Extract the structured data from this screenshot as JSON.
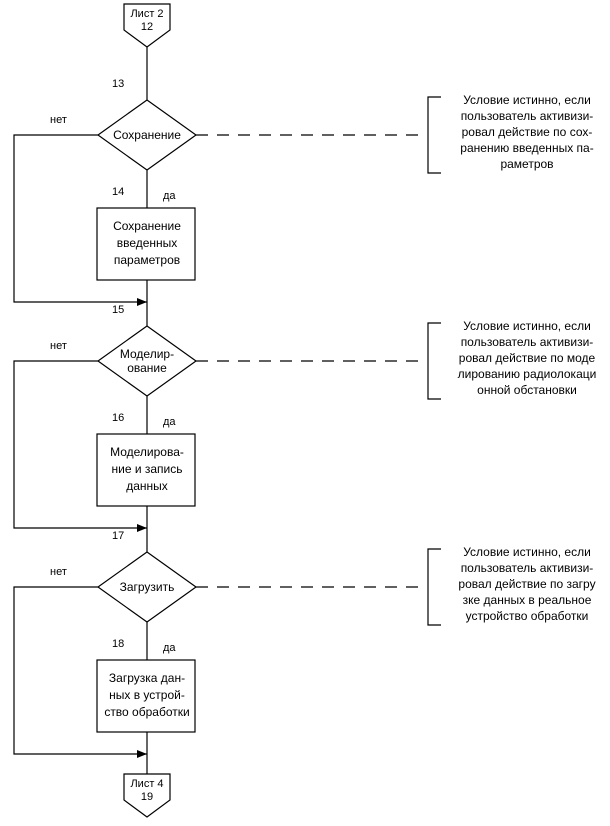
{
  "connectors": {
    "top": {
      "sheet": "Лист 2",
      "ref": "12"
    },
    "bottom": {
      "sheet": "Лист 4",
      "ref": "19"
    }
  },
  "branches": {
    "no": "нет",
    "yes": "да"
  },
  "blocks": [
    {
      "decision_number": "13",
      "decision_lines": [
        "Сохранение"
      ],
      "process_number": "14",
      "process_lines": [
        "Сохранение",
        "введенных",
        "параметров"
      ],
      "note_lines": [
        "Условие истинно, если",
        "пользователь активизи-",
        "ровал действие по сох-",
        "ранению введенных па-",
        "раметров"
      ]
    },
    {
      "decision_number": "15",
      "decision_lines": [
        "Моделир-",
        "ование"
      ],
      "process_number": "16",
      "process_lines": [
        "Моделирова-",
        "ние и запись",
        "данных"
      ],
      "note_lines": [
        "Условие истинно, если",
        "пользователь активизи-",
        "ровал действие по моде",
        "лированию радиолокаци",
        "онной обстановки"
      ]
    },
    {
      "decision_number": "17",
      "decision_lines": [
        "Загрузить"
      ],
      "process_number": "18",
      "process_lines": [
        "Загрузка дан-",
        "ных в устрой-",
        "ство обработки"
      ],
      "note_lines": [
        "Условие истинно, если",
        "пользователь активизи-",
        "ровал действие по загру",
        "зке данных в реальное",
        "устройство обработки"
      ]
    }
  ]
}
